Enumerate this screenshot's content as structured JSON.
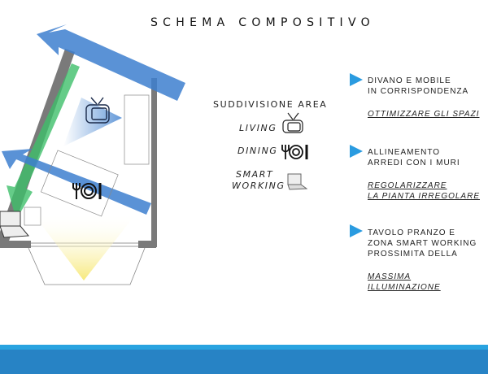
{
  "title": "SCHEMA COMPOSITIVO",
  "legend": {
    "heading": "SUDDIVISIONE AREA",
    "living": "LIVING",
    "dining": "DINING",
    "smart1": "SMART",
    "smart2": "WORKING"
  },
  "notes": [
    {
      "line1": "DIVANO E MOBILE",
      "line2": "IN CORRISPONDENZA",
      "goal1": "OTTIMIZZARE GLI SPAZI"
    },
    {
      "line1": "ALLINEAMENTO",
      "line2": "ARREDI CON I MURI",
      "goal1": "REGOLARIZZARE",
      "goal2": "LA PIANTA IRREGOLARE"
    },
    {
      "line1": "TAVOLO PRANZO E",
      "line2": "ZONA SMART WORKING",
      "line3": "PROSSIMITA DELLA",
      "goal1": "MASSIMA ILLUMINAZIONE"
    }
  ],
  "colors": {
    "accent": "#2a9be0",
    "footer": "#2783c5",
    "arrow_blue": "#3d7fcf",
    "arrow_green": "#3fbf6a",
    "wall": "#7a7a7a"
  }
}
